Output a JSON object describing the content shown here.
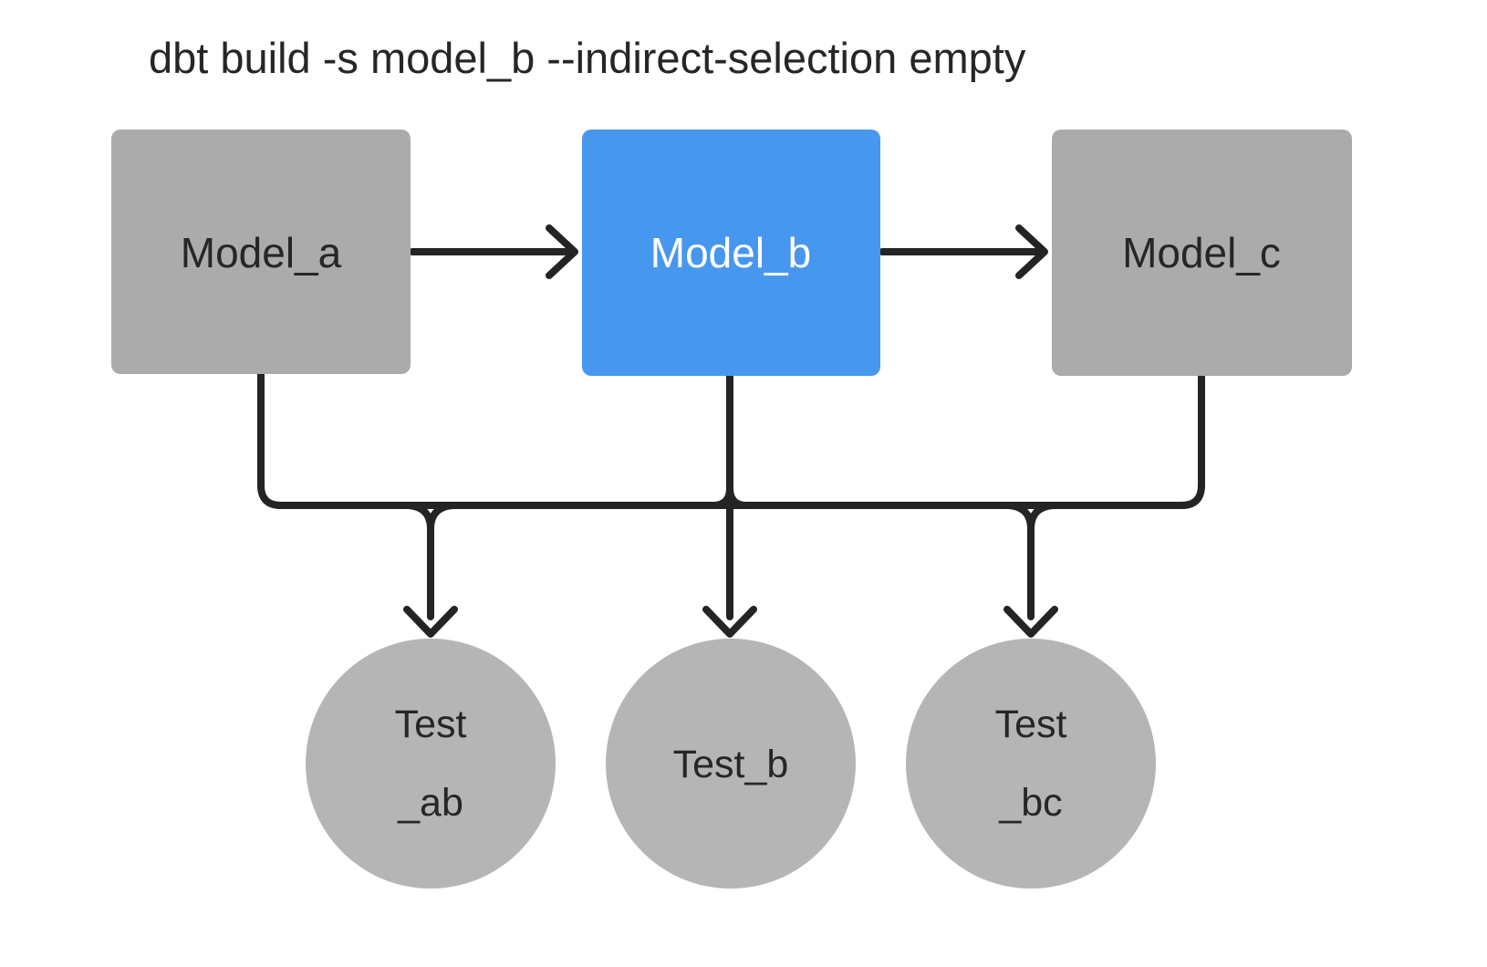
{
  "title": "dbt build -s model_b --indirect-selection empty",
  "colors": {
    "selected_fill": "#4897ee",
    "model_fill": "#ababab",
    "test_fill": "#b5b5b5",
    "edge": "#242424",
    "text_dark": "#262626",
    "text_light": "#ffffff"
  },
  "diagram": {
    "models": [
      {
        "id": "model_a",
        "label": "Model_a",
        "selected": false
      },
      {
        "id": "model_b",
        "label": "Model_b",
        "selected": true
      },
      {
        "id": "model_c",
        "label": "Model_c",
        "selected": false
      }
    ],
    "tests": [
      {
        "id": "test_ab",
        "line1": "Test",
        "line2": "_ab"
      },
      {
        "id": "test_b",
        "line1": "Test_b",
        "line2": ""
      },
      {
        "id": "test_bc",
        "line1": "Test",
        "line2": "_bc"
      }
    ],
    "connections": [
      "model_a -> model_b",
      "model_b -> model_c",
      "model_a -> test_ab",
      "model_b -> test_ab",
      "model_b -> test_b",
      "model_b -> test_bc",
      "model_c -> test_bc"
    ]
  }
}
